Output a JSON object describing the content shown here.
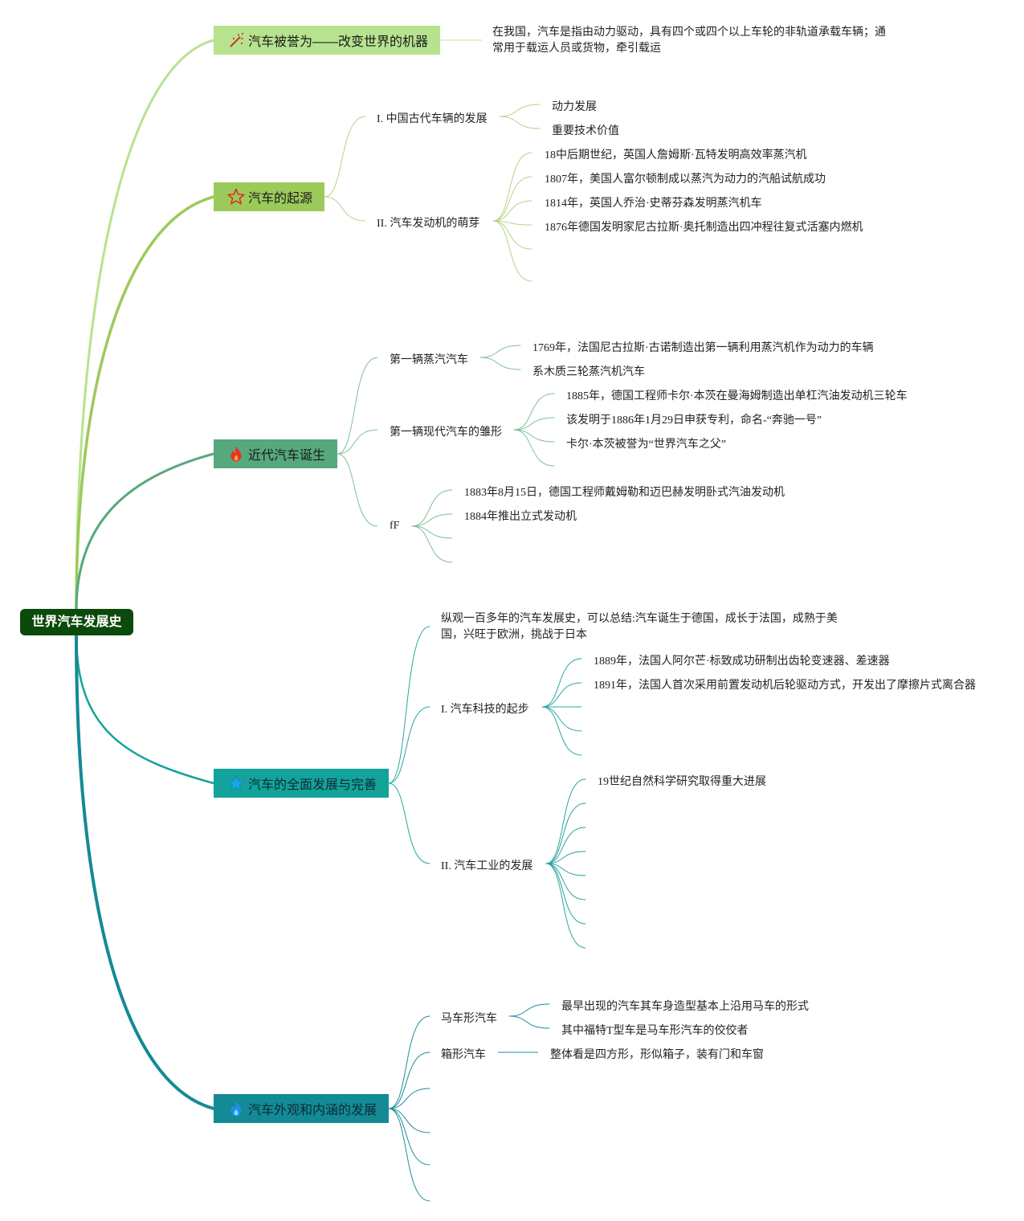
{
  "root": {
    "label": "世界汽车发展史"
  },
  "branches": [
    {
      "label": "汽车被誉为——改变世界的机器",
      "icon": "wand-icon",
      "color": "#b7e38f",
      "text": "在我国，汽车是指由动力驱动，具有四个或四个以上车轮的非轨道承载车辆；通常用于载运人员或货物，牵引载运"
    },
    {
      "label": "汽车的起源",
      "icon": "star-outline-icon",
      "color": "#9cca5a",
      "subs": [
        {
          "label": "I. 中国古代车辆的发展",
          "leaves": [
            "动力发展",
            "重要技术价值"
          ]
        },
        {
          "label": "II. 汽车发动机的萌芽",
          "leaves": [
            "18中后期世纪，英国人詹姆斯·瓦特发明高效率蒸汽机",
            "1807年，美国人富尔顿制成以蒸汽为动力的汽船试航成功",
            "1814年，英国人乔治·史蒂芬森发明蒸汽机车",
            "1876年德国发明家尼古拉斯·奥托制造出四冲程往复式活塞内燃机"
          ]
        }
      ]
    },
    {
      "label": "近代汽车诞生",
      "icon": "flame-icon",
      "color": "#56a97c",
      "subs": [
        {
          "label": "第一辆蒸汽汽车",
          "leaves": [
            "1769年，法国尼古拉斯·古诺制造出第一辆利用蒸汽机作为动力的车辆",
            "系木质三轮蒸汽机汽车"
          ]
        },
        {
          "label": "第一辆现代汽车的雏形",
          "leaves": [
            "1885年，德国工程师卡尔·本茨在曼海姆制造出单杠汽油发动机三轮车",
            "该发明于1886年1月29日申获专利，命名-“奔驰一号”",
            "卡尔·本茨被誉为“世界汽车之父”"
          ]
        },
        {
          "label": "fF",
          "leaves": [
            "1883年8月15日，德国工程师戴姆勒和迈巴赫发明卧式汽油发动机",
            "1884年推出立式发动机"
          ]
        }
      ]
    },
    {
      "label": "汽车的全面发展与完善",
      "icon": "star-icon",
      "color": "#13a39a",
      "text": "纵观一百多年的汽车发展史，可以总结:汽车诞生于德国，成长于法国，成熟于美国，兴旺于欧洲，挑战于日本",
      "subs": [
        {
          "label": "I. 汽车科技的起步",
          "leaves": [
            "1889年，法国人阿尔芒·标致成功研制出齿轮变速器、差速器",
            "1891年，法国人首次采用前置发动机后轮驱动方式，开发出了摩擦片式离合器"
          ]
        },
        {
          "label": "II. 汽车工业的发展",
          "leaves": [
            "19世纪自然科学研究取得重大进展"
          ]
        }
      ]
    },
    {
      "label": "汽车外观和内涵的发展",
      "icon": "flame-icon",
      "color": "#138a94",
      "subs": [
        {
          "label": "马车形汽车",
          "leaves": [
            "最早出现的汽车其车身造型基本上沿用马车的形式",
            "其中福特T型车是马车形汽车的佼佼者"
          ]
        },
        {
          "label": "箱形汽车",
          "leaves": [
            "整体看是四方形，形似箱子，装有门和车窗"
          ]
        }
      ]
    }
  ]
}
